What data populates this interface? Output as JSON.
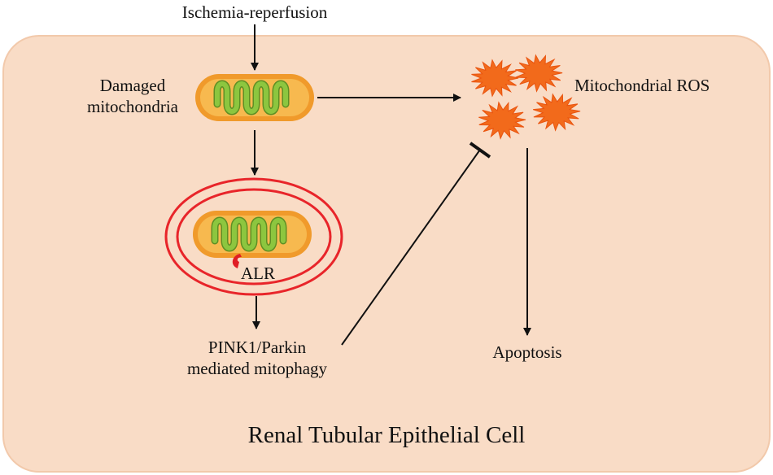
{
  "diagram": {
    "trigger": "Ischemia-reperfusion",
    "damaged_mitochondria": [
      "Damaged",
      "mitochondria"
    ],
    "ros": "Mitochondrial ROS",
    "alr": "ALR",
    "mitophagy": [
      "PINK1/Parkin",
      "mediated mitophagy"
    ],
    "apoptosis": "Apoptosis",
    "cell": "Renal Tubular Epithelial Cell"
  },
  "colors": {
    "cell_fill": "#f9dcc6",
    "cell_border": "#f2c9ab",
    "mitochondrion_outer": "#f09a2b",
    "mitochondrion_inner": "#8cc63f",
    "membrane": "#e8252a",
    "ros_burst": "#f26a1b",
    "alr_marker": "#e01d24",
    "arrow": "#111111"
  },
  "icons": [
    "mitochondrion-icon",
    "autophagosome-icon",
    "ros-burst-icon",
    "alr-marker-icon"
  ]
}
